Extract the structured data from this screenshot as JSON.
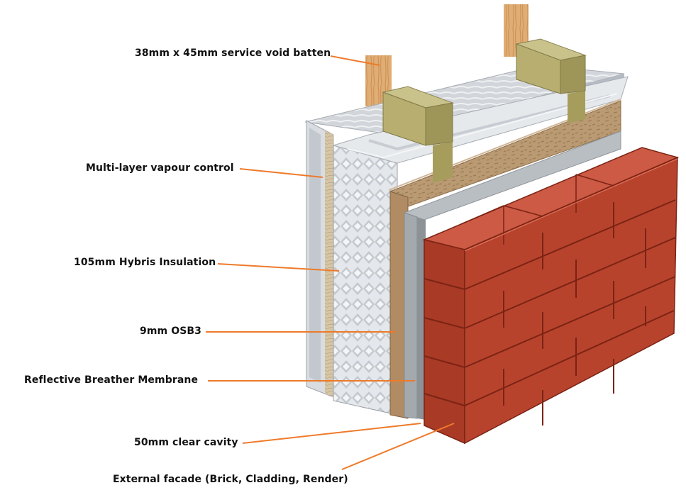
{
  "labels": {
    "service_void_batten": "38mm x 45mm  service void batten",
    "vapour_control": "Multi-layer vapour control",
    "insulation": "105mm Hybris Insulation",
    "osb": "9mm OSB3",
    "breather_membrane": "Reflective Breather Membrane",
    "cavity": "50mm clear cavity",
    "facade": "External facade (Brick, Cladding, Render)"
  },
  "colors": {
    "leader_line": "#ee7a2a",
    "brick": "#b8432d",
    "brick_top": "#cc5a44",
    "mortar": "#7b2314",
    "batten": "#e2ae76",
    "osb": "#b89470",
    "insulation_foil": "#dfe3e8",
    "vapour_layer": "#cfd3d8"
  }
}
